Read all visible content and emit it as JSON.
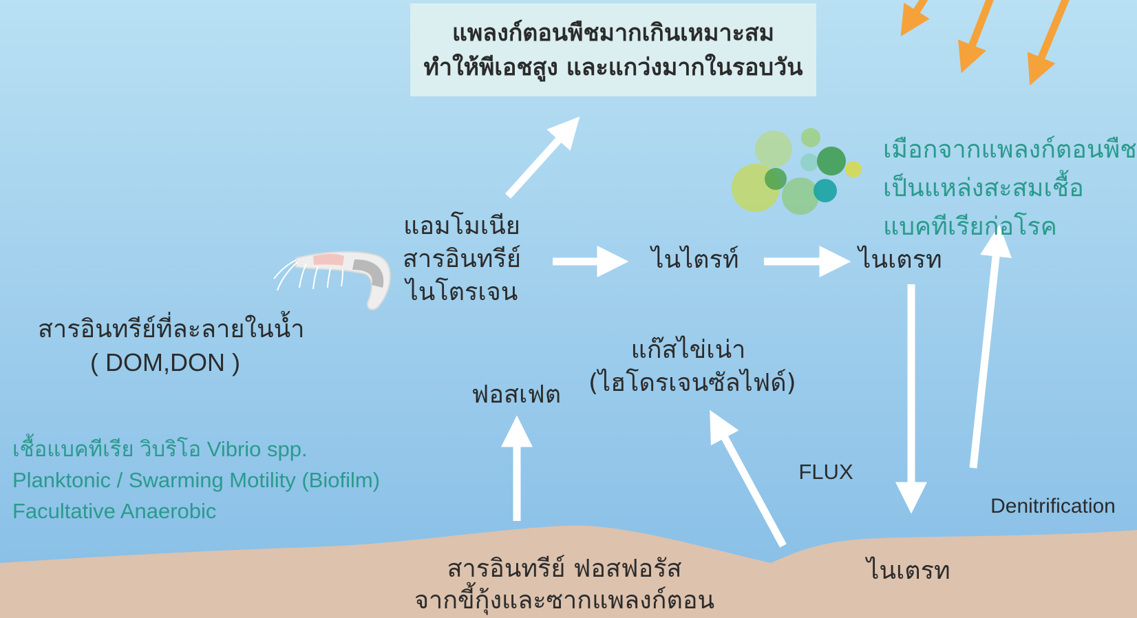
{
  "colors": {
    "water_top": "#b9e0f3",
    "water_bottom": "#86bde6",
    "sediment": "#ddc2ad",
    "arrow_white": "#ffffff",
    "sun_arrow": "#f5a23a",
    "teal_text": "#2a9a8c",
    "box_fill": "#dbeef0"
  },
  "icons": {
    "shrimp": "shrimp-icon",
    "bubbles": "plankton-bubbles-icon"
  },
  "labels": {
    "top_box": {
      "line1": "แพลงก์ตอนพืชมากเกินเหมาะสม",
      "line2": "ทำให้พีเอชสูง และแกว่งมากในรอบวัน"
    },
    "mucus": {
      "line1": "เมือกจากแพลงก์ตอนพืช",
      "line2": "เป็นแหล่งสะสมเชื้อ",
      "line3": "แบคทีเรียก่อโรค"
    },
    "ammonia": {
      "line1": "แอมโมเนีย",
      "line2": "สารอินทรีย์",
      "line3": "ไนโตรเจน"
    },
    "nitrite": "ไนไตรท์",
    "nitrate_water": "ไนเตรท",
    "dissolved_organic": {
      "line1": "สารอินทรีย์ที่ละลายในน้ำ",
      "line2": "( DOM,DON )"
    },
    "h2s": {
      "line1": "แก๊สไข่เน่า",
      "line2": "(ไฮโดรเจนซัลไฟด์)"
    },
    "phosphate": "ฟอสเฟต",
    "vibrio": {
      "line1": "เชื้อแบคทีเรีย วิบริโอ Vibrio spp.",
      "line2": "Planktonic / Swarming Motility (Biofilm)",
      "line3": "Facultative Anaerobic"
    },
    "flux": "FLUX",
    "denitrification": "Denitrification",
    "sediment_organic": {
      "line1": "สารอินทรีย์ ฟอสฟอรัส",
      "line2": "จากขี้กุ้งและซากแพลงก์ตอน"
    },
    "nitrate_sediment": "ไนเตรท"
  }
}
